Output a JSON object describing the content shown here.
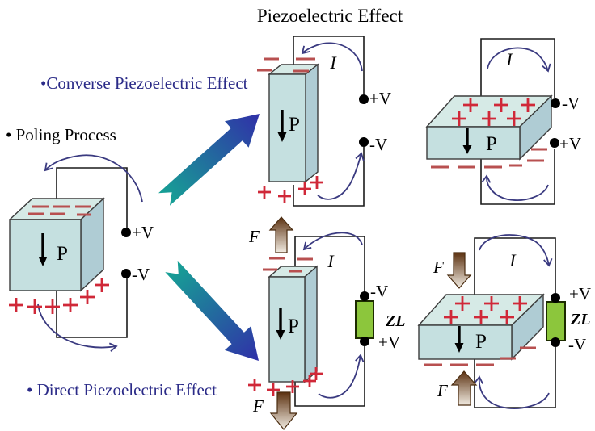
{
  "title": "Piezoelectric Effect",
  "sections": {
    "converse": "•Converse Piezoelectric Effect",
    "poling": "• Poling Process",
    "direct": "• Direct Piezoelectric Effect"
  },
  "poling": {
    "p": "P",
    "top_v": "+V",
    "bottom_v": "-V"
  },
  "converse_tall": {
    "p": "P",
    "i": "I",
    "top_v": "+V",
    "bottom_v": "-V"
  },
  "converse_flat": {
    "p": "P",
    "i": "I",
    "top_v": "-V",
    "bottom_v": "+V"
  },
  "direct_tall": {
    "p": "P",
    "i": "I",
    "f_top": "F",
    "f_bottom": "F",
    "top_v": "-V",
    "bottom_v": "+V",
    "load": "ZL"
  },
  "direct_flat": {
    "p": "P",
    "i": "I",
    "f_top": "F",
    "f_bottom": "F",
    "top_v": "+V",
    "bottom_v": "-V",
    "load": "ZL"
  },
  "colors": {
    "bg": "#ffffff",
    "text": "#000000",
    "label-blue": "#2b2b88",
    "wire": "#1a1a1a",
    "outline": "#3c3c3c",
    "box-front": "#c5e0e0",
    "box-top": "#d6eae6",
    "box-side": "#afccd4",
    "charge-plus": "#d02838",
    "charge-minus": "#b85050",
    "curve": "#3a3a80",
    "load-green": "#8cc63c",
    "load-border": "#1c2b00",
    "arrow-teal": "#16a295",
    "arrow-blue": "#3030a8",
    "force-dark": "#5c3110",
    "force-light": "#f2ece2",
    "force-outline": "#4a2c10"
  }
}
